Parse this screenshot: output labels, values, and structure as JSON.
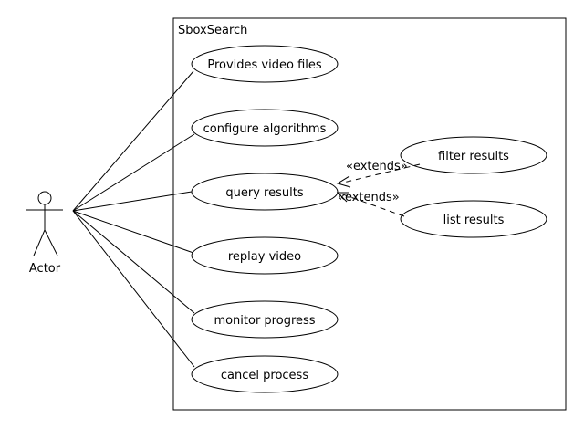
{
  "system": {
    "title": "SboxSearch"
  },
  "actor": {
    "label": "Actor"
  },
  "use_cases": [
    {
      "label": "Provides video files"
    },
    {
      "label": "configure algorithms"
    },
    {
      "label": "query results"
    },
    {
      "label": "replay video"
    },
    {
      "label": "monitor progress"
    },
    {
      "label": "cancel process"
    }
  ],
  "extensions": [
    {
      "label": "filter results",
      "stereotype": "«extends»"
    },
    {
      "label": "list results",
      "stereotype": "«extends»"
    }
  ]
}
